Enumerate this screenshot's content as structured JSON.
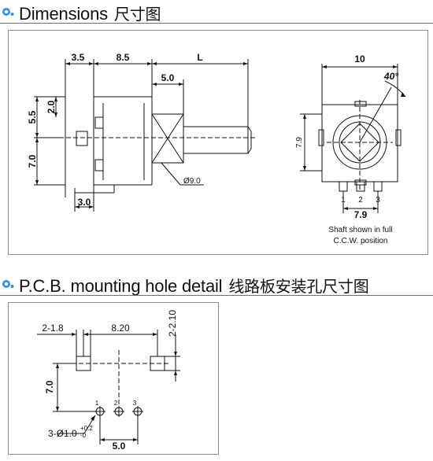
{
  "section1": {
    "title": "Dimensions",
    "title_zh": "尺寸图",
    "dims": {
      "d35": "3.5",
      "d85": "8.5",
      "L": "L",
      "d50": "5.0",
      "d55": "5.5",
      "d20": "2.0",
      "d70": "7.0",
      "d30": "3.0",
      "dia9": "Ø9.0",
      "w10": "10",
      "angle": "40°",
      "h79": "7.9",
      "w79": "7.9",
      "pin1": "1",
      "pin2": "2",
      "pin3": "3"
    },
    "note_line1": "Shaft shown in full",
    "note_line2": "C.C.W. position"
  },
  "section2": {
    "title": "P.C.B. mounting hole detail",
    "title_zh": "线路板安装孔尺寸图",
    "dims": {
      "d218": "2-1.8",
      "d820": "8.20",
      "d2210": "2-2.10",
      "d70": "7.0",
      "pin1": "1",
      "pin2": "2",
      "pin3": "3",
      "hole_main": "3-Ø1.0",
      "hole_tol_plus": "+0.2",
      "hole_tol_minus": "-0",
      "d50": "5.0"
    }
  },
  "colors": {
    "accent": "#3a8fd8",
    "line": "#111111",
    "rule": "#6f6f6f"
  }
}
